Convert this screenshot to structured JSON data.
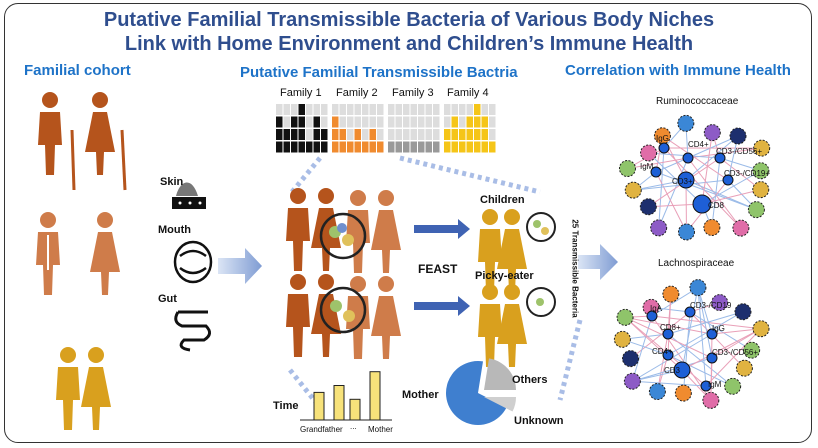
{
  "header": {
    "title_line1": "Putative Familial Transmissible Bacteria of Various Body Niches",
    "title_line2": "Link with Home Environment and Children’s Immune Health"
  },
  "left": {
    "heading": "Familial cohort",
    "niches": [
      "Skin",
      "Mouth",
      "Gut"
    ]
  },
  "middle": {
    "heading": "Putative Familial Transmissible Bactria",
    "families": [
      "Family 1",
      "Family 2",
      "Family 3",
      "Family 4"
    ],
    "children_label": "Children",
    "picky_label": "Picky-eater",
    "feast_label": "FEAST",
    "time_label": "Time",
    "bar_axis_labels": [
      "Grandfather",
      "...",
      "Mother"
    ],
    "pie_labels": {
      "mother": "Mother",
      "others": "Others",
      "unknown": "Unknown"
    },
    "vertical_label": "25 Transmissible Bacteria"
  },
  "right": {
    "heading": "Correlation with Immune Health",
    "top_network": {
      "title": "Ruminococcaceae",
      "nodes": [
        "IgG",
        "CD4+",
        "CD3-/CD56+",
        "IgM",
        "CD3+",
        "CD3-/CD19+",
        "CD8"
      ]
    },
    "bottom_network": {
      "title": "Lachnospiraceae",
      "nodes": [
        "CD3-/CD19",
        "IgA",
        "CD8+",
        "IgG",
        "CD4+",
        "CD3-/CD56+",
        "CD3",
        "IgM"
      ]
    }
  },
  "colors": {
    "title": "#2f4e8e",
    "section": "#1e73c8",
    "elder": "#b5541c",
    "adult": "#cf7c4a",
    "child": "#d9a01e",
    "family1": "#111111",
    "family2": "#f08b2f",
    "family3": "#999999",
    "family4": "#f5c518",
    "node_blue": "#1e5fd6",
    "arrow": "#8fa8d8"
  }
}
